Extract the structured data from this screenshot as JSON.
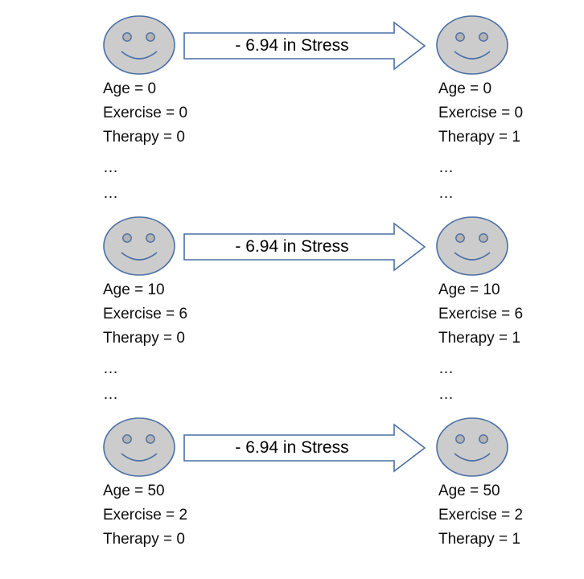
{
  "figure": {
    "type": "causal-effect-diagram",
    "background_color": "#ffffff",
    "face_fill": "#cccccc",
    "outline_color": "#4a6fa5",
    "text_color": "#0d0d0d"
  },
  "rows": [
    {
      "id": "row-1",
      "arrow_label": "- 6.94 in Stress",
      "left": {
        "face_name": "smiley-face",
        "attributes": [
          "Age = 0",
          "Exercise = 0",
          "Therapy = 0"
        ],
        "ellipses": [
          "…",
          "…"
        ]
      },
      "right": {
        "face_name": "smiley-face",
        "attributes": [
          "Age = 0",
          "Exercise = 0",
          "Therapy = 1"
        ],
        "ellipses": [
          "…",
          "…"
        ]
      }
    },
    {
      "id": "row-2",
      "arrow_label": "- 6.94 in Stress",
      "left": {
        "face_name": "smiley-face",
        "attributes": [
          "Age = 10",
          "Exercise = 6",
          "Therapy = 0"
        ],
        "ellipses": [
          "…",
          "…"
        ]
      },
      "right": {
        "face_name": "smiley-face",
        "attributes": [
          "Age = 10",
          "Exercise = 6",
          "Therapy = 1"
        ],
        "ellipses": [
          "…",
          "…"
        ]
      }
    },
    {
      "id": "row-3",
      "arrow_label": "- 6.94 in Stress",
      "left": {
        "face_name": "smiley-face",
        "attributes": [
          "Age = 50",
          "Exercise = 2",
          "Therapy = 0"
        ],
        "ellipses": []
      },
      "right": {
        "face_name": "smiley-face",
        "attributes": [
          "Age = 50",
          "Exercise = 2",
          "Therapy = 1"
        ],
        "ellipses": []
      }
    }
  ]
}
